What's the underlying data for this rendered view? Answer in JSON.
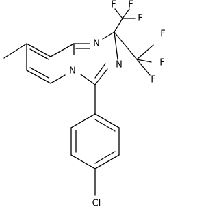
{
  "molecule": {
    "atoms": {
      "n_ring_top": "N",
      "n_ring_bottom": "N",
      "n_bridgehead": "N",
      "cl": "Cl",
      "f_top_1": "F",
      "f_top_2": "F",
      "f_top_3": "F",
      "f_right_1": "F",
      "f_right_2": "F",
      "f_right_3": "F"
    }
  }
}
